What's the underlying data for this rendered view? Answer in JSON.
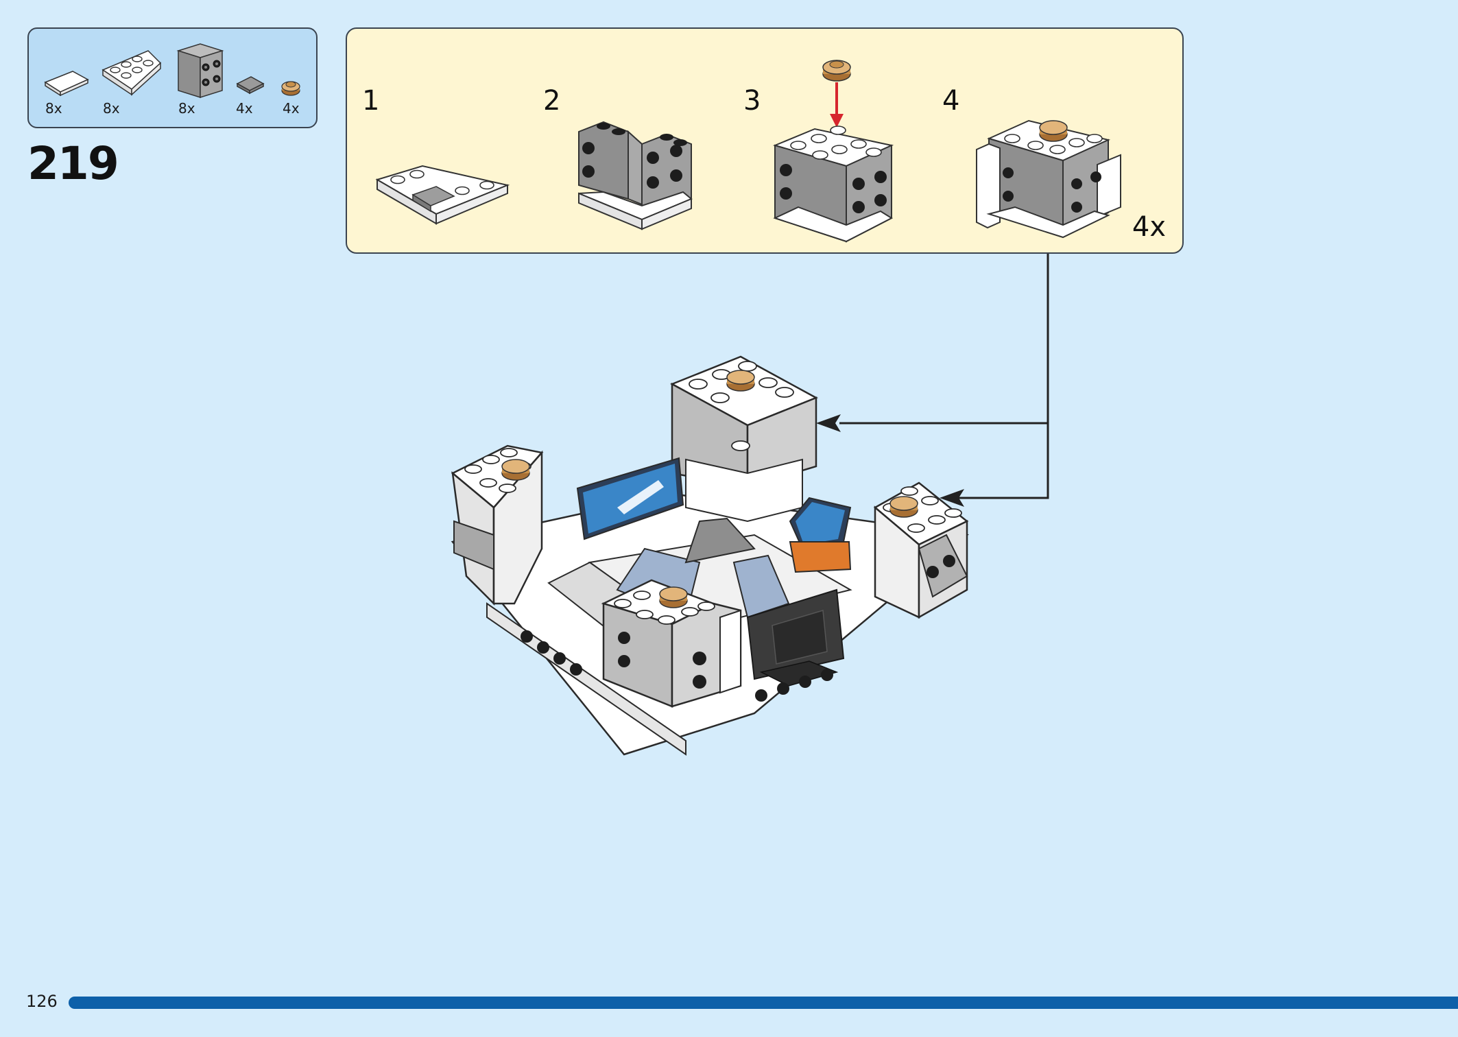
{
  "page": {
    "number": "126",
    "step_number": "219",
    "progress_percent": 100
  },
  "parts": [
    {
      "name": "white-tile-1x2",
      "qty": "8x",
      "icon": "white-tile-icon"
    },
    {
      "name": "white-wedge-plate",
      "qty": "8x",
      "icon": "wedge-plate-icon"
    },
    {
      "name": "gray-brick-2x2-studs-side",
      "qty": "8x",
      "icon": "gray-brick-icon"
    },
    {
      "name": "gray-tile-1x1",
      "qty": "4x",
      "icon": "gray-tile-icon"
    },
    {
      "name": "gold-round-plate",
      "qty": "4x",
      "icon": "gold-round-plate-icon"
    }
  ],
  "subassembly": {
    "steps": [
      {
        "num": "1"
      },
      {
        "num": "2"
      },
      {
        "num": "3"
      },
      {
        "num": "4"
      }
    ],
    "multiplier": "4x"
  },
  "colors": {
    "background": "#d5ecfb",
    "parts_box": "#b9dcf5",
    "subassembly_box": "#fef6d2",
    "progress": "#0d60a9",
    "arrow_red": "#d6262e",
    "gold": "#c8914b"
  }
}
